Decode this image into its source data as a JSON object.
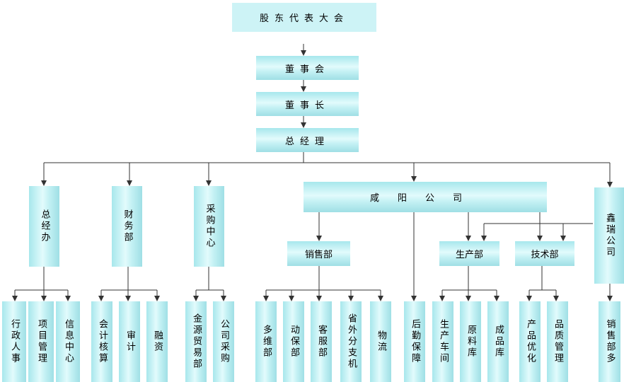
{
  "org": {
    "shareholders": "股东代表大会",
    "board": "董事会",
    "chairman": "董事长",
    "gm": "总经理",
    "gm_office": "总经办",
    "finance": "财务部",
    "purchase_center": "采购中心",
    "xianyang": "咸阳公司",
    "xinrui": "鑫瑞公司",
    "sales_dept": "销售部",
    "production_dept": "生产部",
    "tech_dept": "技术部",
    "admin_hr": "行政人事",
    "project_mgmt": "项目管理",
    "info_center": "信息中心",
    "accounting": "会计核算",
    "audit": "审计",
    "financing": "融资",
    "jinyuan_trade": "金源贸易部",
    "company_purchase": "公司采购",
    "duowei": "多维部",
    "dongbao": "动保部",
    "customer_service": "客服部",
    "out_province": "省外分支机",
    "logistics": "物流",
    "logistics_support": "后勤保障",
    "workshop": "生产车间",
    "raw_material": "原料库",
    "finished_goods": "成品库",
    "product_opt": "产品优化",
    "quality_mgmt": "品质管理",
    "xinrui_sales": "销售部多"
  }
}
